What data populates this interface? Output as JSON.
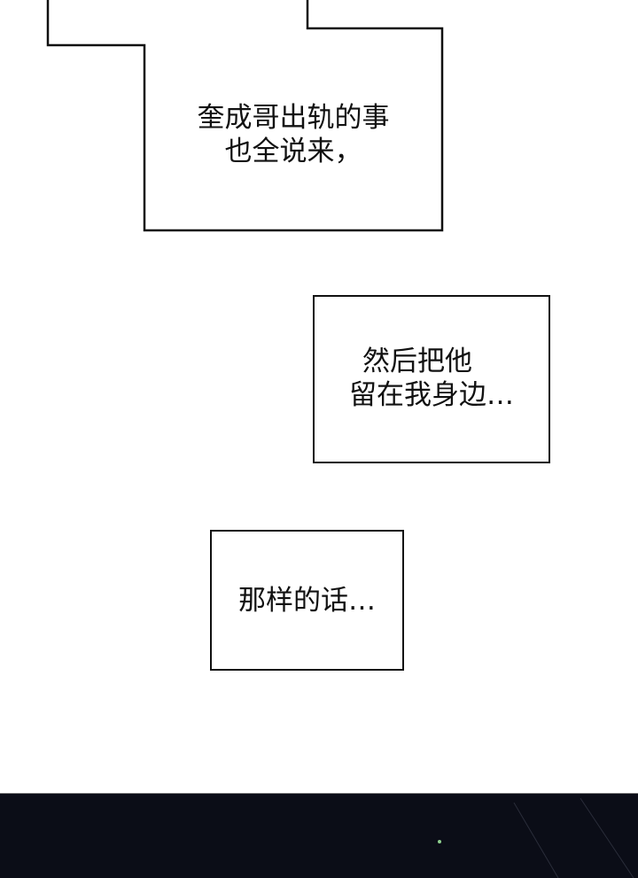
{
  "bubbles": [
    {
      "lines": [
        "奎成哥出轨的事",
        "也全说来，"
      ]
    },
    {
      "lines": [
        "然后把他",
        "留在我身边…"
      ]
    },
    {
      "lines": [
        "那样的话…"
      ]
    }
  ]
}
